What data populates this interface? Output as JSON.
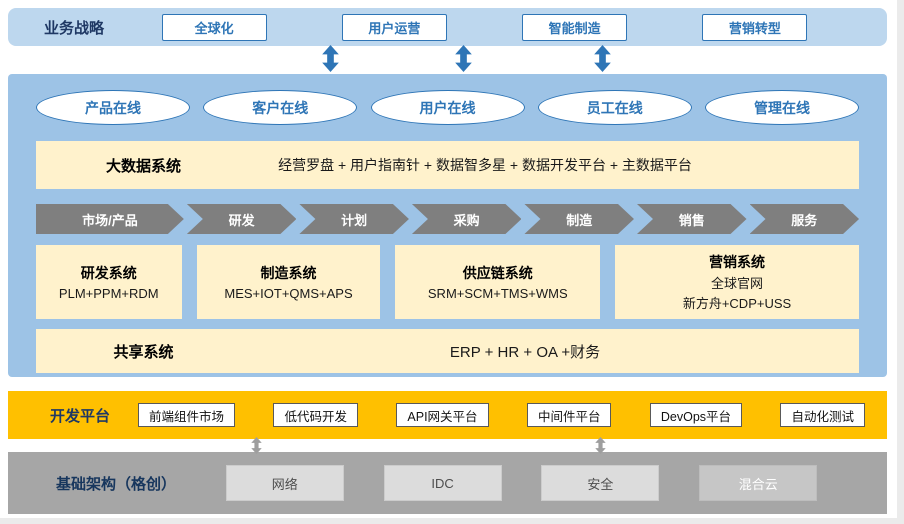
{
  "strategy": {
    "label": "业务战略",
    "items": [
      "全球化",
      "用户运营",
      "智能制造",
      "营销转型"
    ]
  },
  "online": {
    "items": [
      "产品在线",
      "客户在线",
      "用户在线",
      "员工在线",
      "管理在线"
    ]
  },
  "bigdata": {
    "title": "大数据系统",
    "content": "经营罗盘 + 用户指南针 + 数据智多星 + 数据开发平台 + 主数据平台"
  },
  "value_chain": {
    "items": [
      "市场/产品",
      "研发",
      "计划",
      "采购",
      "制造",
      "销售",
      "服务"
    ]
  },
  "systems": [
    {
      "title": "研发系统",
      "line1": "PLM+PPM+RDM"
    },
    {
      "title": "制造系统",
      "line1": "MES+IOT+QMS+APS"
    },
    {
      "title": "供应链系统",
      "line1": "SRM+SCM+TMS+WMS"
    },
    {
      "title": "营销系统",
      "line1": "全球官网",
      "line2": "新方舟+CDP+USS"
    }
  ],
  "shared": {
    "title": "共享系统",
    "content": "ERP + HR + OA +财务"
  },
  "dev_platform": {
    "label": "开发平台",
    "items": [
      "前端组件市场",
      "低代码开发",
      "API网关平台",
      "中间件平台",
      "DevOps平台",
      "自动化测试"
    ]
  },
  "infrastructure": {
    "label": "基础架构（格创）",
    "items": [
      "网络",
      "IDC",
      "安全",
      "混合云"
    ]
  },
  "colors": {
    "strategy_bar": "#BDD7EE",
    "main_panel": "#9DC3E6",
    "cream_box": "#FFF2CC",
    "dev_bar": "#FFC000",
    "infra_bar": "#A6A6A6",
    "chevron": "#7F7F7F",
    "accent_blue": "#2E75B6",
    "navy_text": "#1F3864"
  }
}
